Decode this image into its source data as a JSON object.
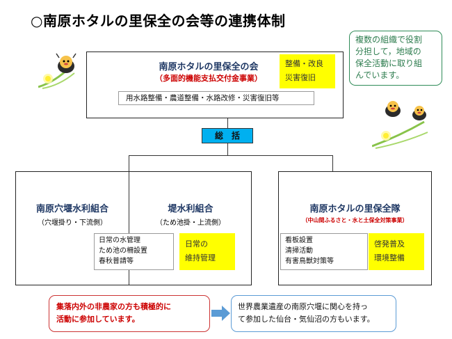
{
  "title": "○南原ホタルの里保全の会等の連携体制",
  "top_box": {
    "name": "南原ホタルの里保全の会",
    "sub": "（多面的機能支払交付金事業）",
    "yellow_lines": [
      "整備・改良",
      "災害復旧"
    ],
    "activities": "用水路整備・農道整備・水路改修・災害復旧等"
  },
  "note_box": {
    "lines": [
      "複数の組織で役割",
      "分担して，地域の",
      "保全活動に取り組",
      "んでいます。"
    ]
  },
  "center_label": "総　括",
  "left_group": {
    "org1_name": "南原穴堰水利組合",
    "org1_sub": "（穴堰掛り・下流側）",
    "org2_name": "堤水利組合",
    "org2_sub": "（ため池掛・上流側）",
    "tasks": [
      "日常の水管理",
      "ため池の柵設置",
      "春秋普請等"
    ],
    "yellow_lines": [
      "日常の",
      "維持管理"
    ]
  },
  "right_group": {
    "name": "南原ホタルの里保全隊",
    "sub": "（中山間ふるさと・水と土保全対策事業）",
    "tasks": [
      "看板設置",
      "清掃活動",
      "有害鳥獣対策等"
    ],
    "yellow_lines": [
      "啓発普及",
      "環境整備"
    ]
  },
  "bottom_left": {
    "lines": [
      "集落内外の非農家の方も積極的に",
      "活動に参加しています。"
    ]
  },
  "bottom_right": {
    "lines": [
      "世界農業遺産の南原穴堰に関心を持っ",
      "て参加した仙台・気仙沼の方もいます。"
    ]
  },
  "colors": {
    "yellow": "#ffff00",
    "red_text": "#cc0000",
    "center_fill": "#00b0f0",
    "note_border": "#2e8b57",
    "arrow": "#5b9bd5"
  },
  "icons": [
    "firefly-icon-left",
    "firefly-icon-right"
  ]
}
